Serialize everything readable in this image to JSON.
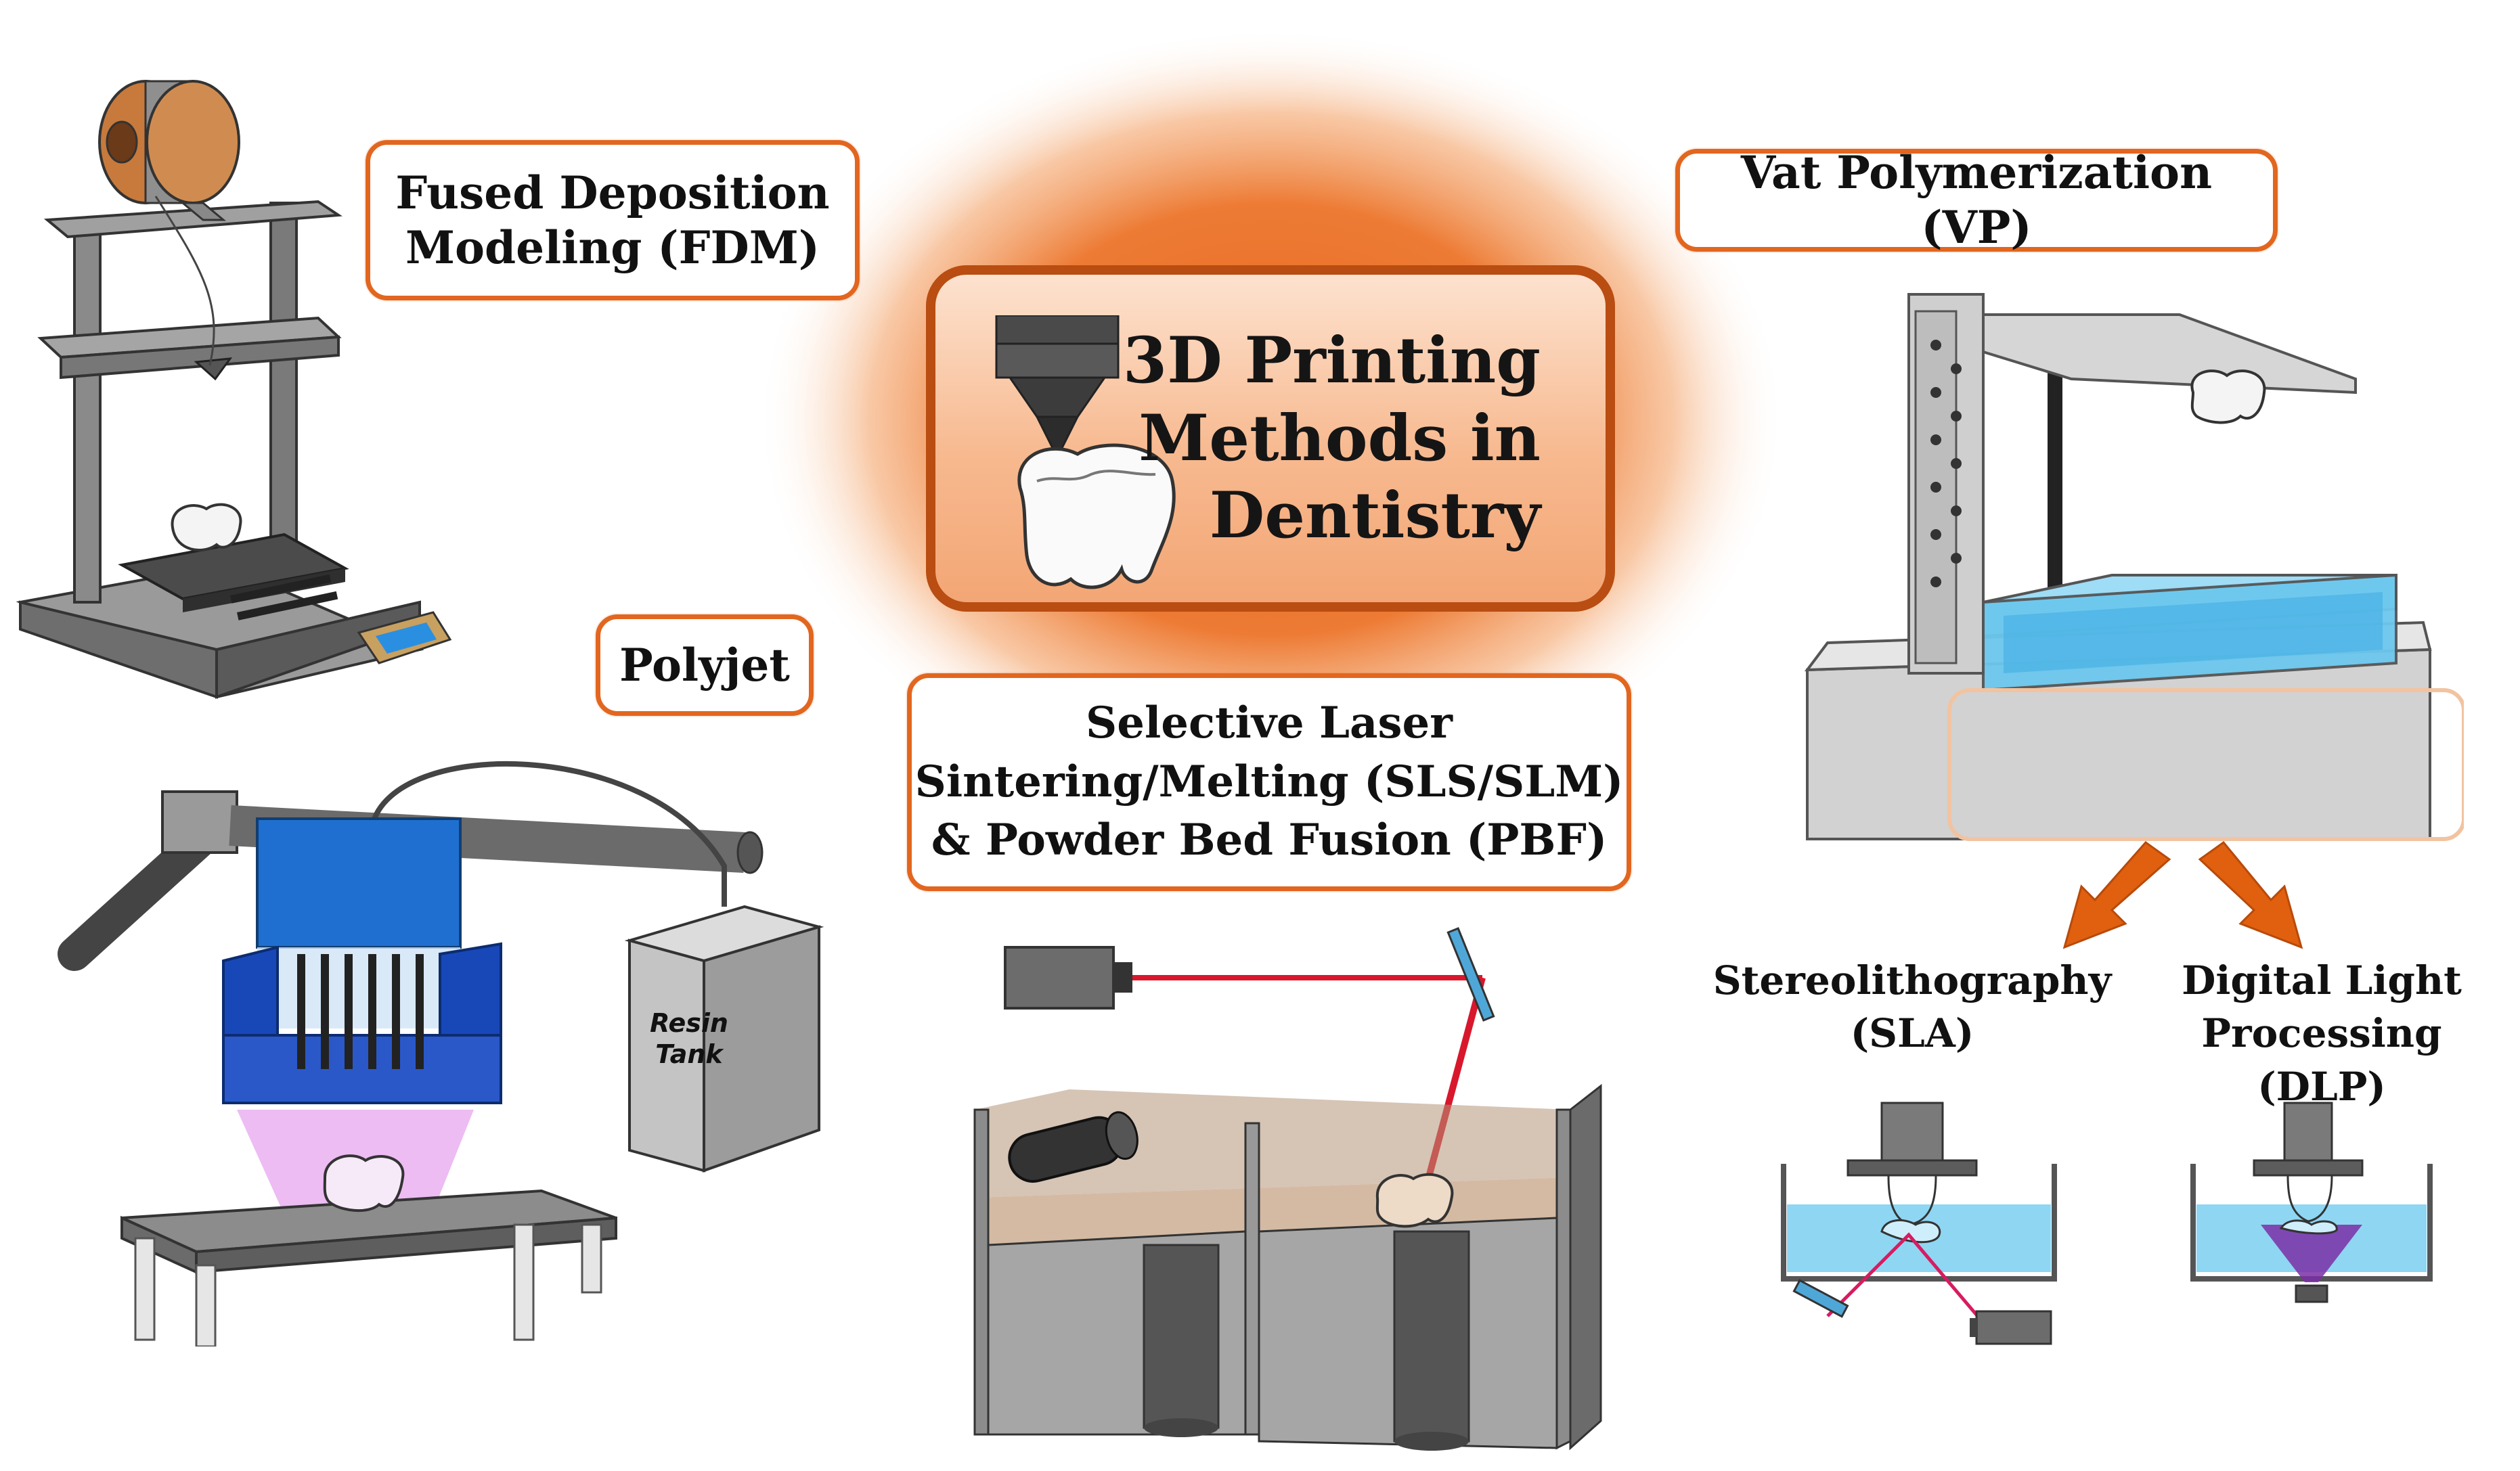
{
  "center": {
    "title_lines": [
      "3D Printing",
      "Methods in",
      "Dentistry"
    ],
    "glow_color": "#e8661c",
    "border_color": "#b94d12"
  },
  "methods": {
    "fdm": {
      "lines": [
        "Fused Deposition",
        "Modeling (FDM)"
      ]
    },
    "vp": {
      "lines": [
        "Vat Polymerization (VP)"
      ]
    },
    "polyjet": {
      "lines": [
        "Polyjet"
      ]
    },
    "sls": {
      "lines": [
        "Selective Laser",
        "Sintering/Melting (SLS/SLM)",
        "& Powder Bed Fusion (PBF)"
      ]
    },
    "sla": {
      "lines": [
        "Stereolithography",
        "(SLA)"
      ]
    },
    "dlp": {
      "lines": [
        "Digital Light",
        "Processing (DLP)"
      ]
    }
  },
  "resin_tank": {
    "lines": [
      "Resin",
      "Tank"
    ]
  },
  "colors": {
    "accent_orange": "#e2661f",
    "arrow_orange": "#e0600f",
    "machine_gray": "#8c8c8c",
    "resin_blue": "#6cc7ee",
    "polyjet_blue": "#1f6fd0",
    "laser_red": "#d8172c",
    "dlp_purple": "#7b2fa6"
  },
  "icons": [
    "fdm-printer-icon",
    "nozzle-icon",
    "tooth-icon",
    "vat-printer-icon",
    "polyjet-printer-icon",
    "sls-printer-icon",
    "sla-diagram-icon",
    "dlp-diagram-icon"
  ]
}
